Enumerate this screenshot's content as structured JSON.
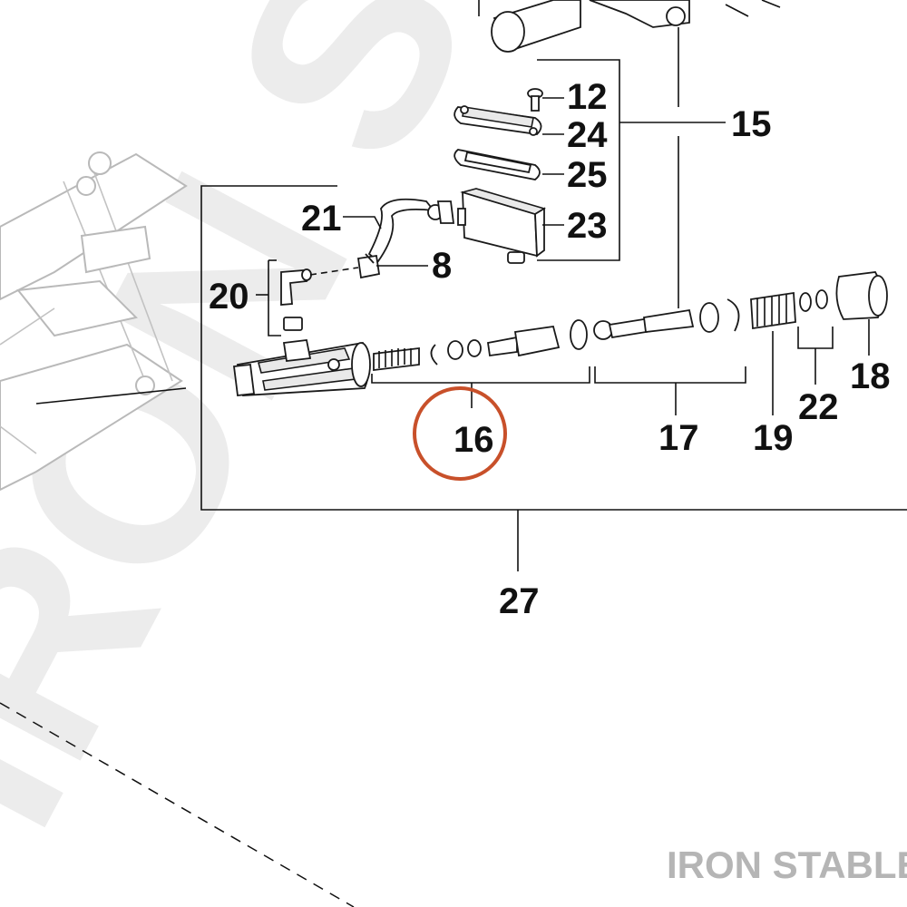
{
  "callouts": {
    "c12": "12",
    "c24": "24",
    "c25": "25",
    "c23": "23",
    "c15": "15",
    "c21": "21",
    "c8": "8",
    "c20": "20",
    "c16": "16",
    "c17": "17",
    "c19": "19",
    "c22": "22",
    "c18": "18",
    "c27": "27"
  },
  "highlight": {
    "callout": "16",
    "color": "#c8502a"
  },
  "watermark": {
    "large_text": "IRON STABLE",
    "brand_label": "IRON STABLE",
    "color": "#ececec",
    "brand_color": "#b5b5b5"
  }
}
